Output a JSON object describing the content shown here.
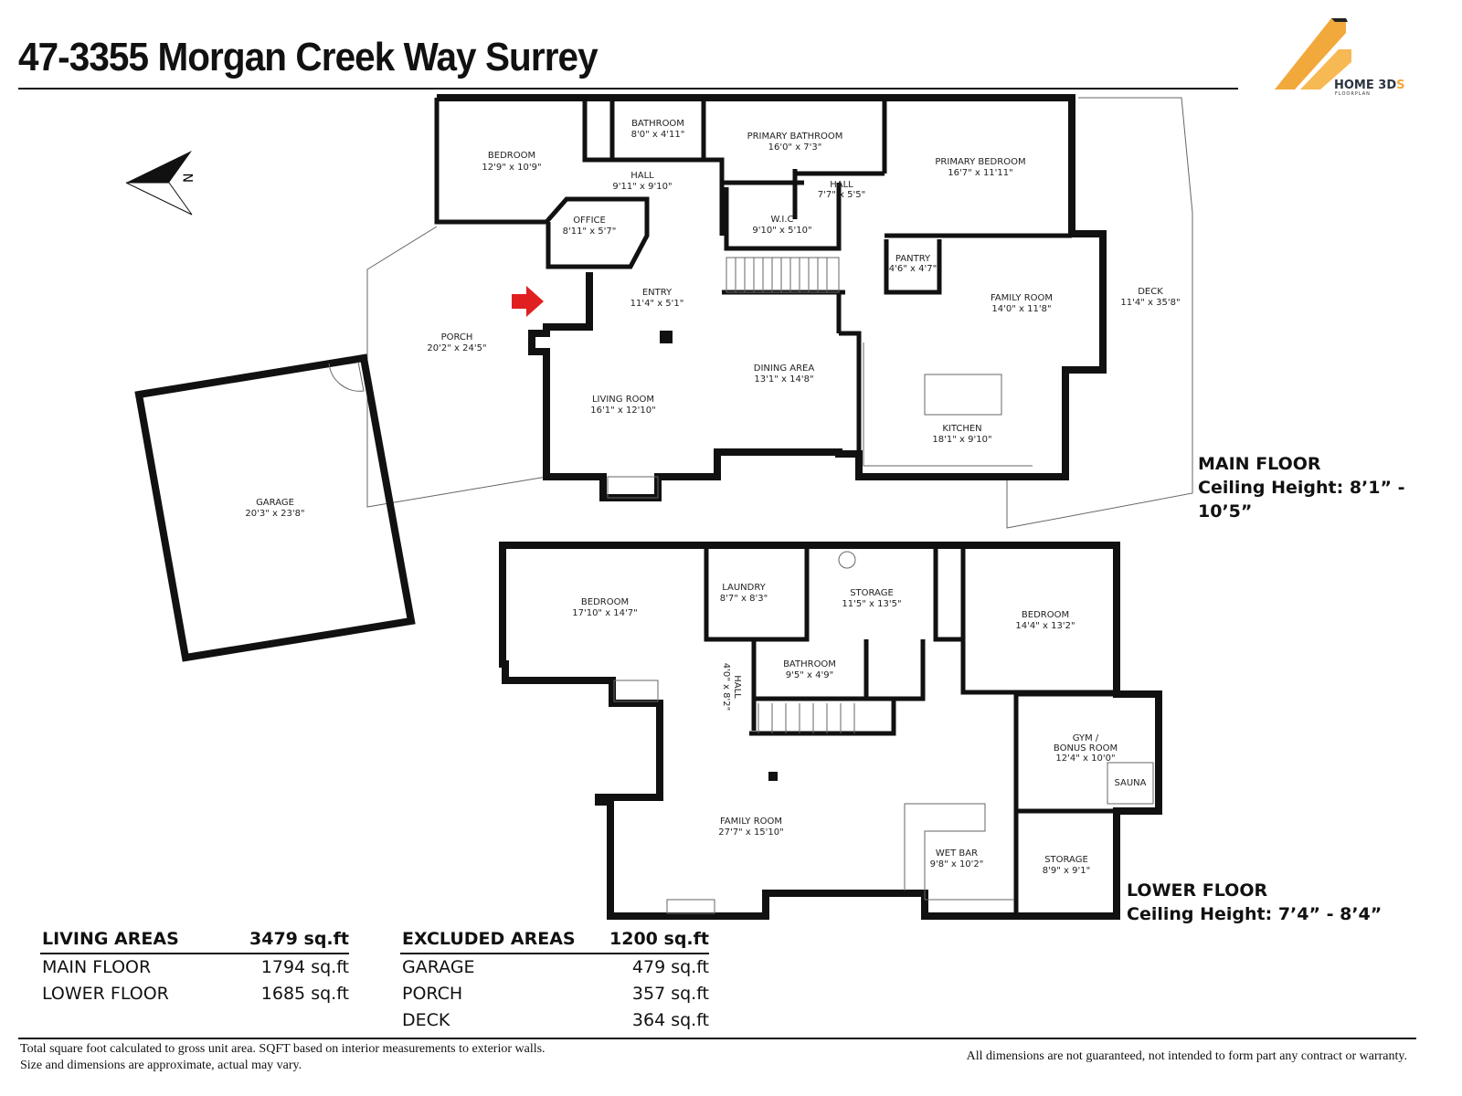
{
  "title": "47-3355 Morgan Creek Way Surrey",
  "logo": {
    "brand": "HOME 3D",
    "brand_accent": "S",
    "sub": "FLOORPLAN"
  },
  "compass_letter": "N",
  "colors": {
    "logo_orange": "#f2a93b",
    "entry_arrow": "#e02020",
    "walls": "#111111"
  },
  "main_floor": {
    "label": "MAIN FLOOR",
    "ceiling": "Ceiling Height: 8’1” - 10’5”",
    "rooms": [
      {
        "name": "BEDROOM",
        "dims": "12'9\" x 10'9\""
      },
      {
        "name": "BATHROOM",
        "dims": "8'0\" x 4'11\""
      },
      {
        "name": "PRIMARY BATHROOM",
        "dims": "16'0\" x 7'3\""
      },
      {
        "name": "PRIMARY BEDROOM",
        "dims": "16'7\" x 11'11\""
      },
      {
        "name": "HALL",
        "dims": "9'11\" x 9'10\""
      },
      {
        "name": "HALL",
        "dims": "7'7\" x 5'5\""
      },
      {
        "name": "OFFICE",
        "dims": "8'11\" x 5'7\""
      },
      {
        "name": "W.I.C",
        "dims": "9'10\" x 5'10\""
      },
      {
        "name": "PANTRY",
        "dims": "4'6\" x 4'7\""
      },
      {
        "name": "ENTRY",
        "dims": "11'4\" x 5'1\""
      },
      {
        "name": "FAMILY ROOM",
        "dims": "14'0\" x 11'8\""
      },
      {
        "name": "DECK",
        "dims": "11'4\" x 35'8\""
      },
      {
        "name": "PORCH",
        "dims": "20'2\" x 24'5\""
      },
      {
        "name": "DINING AREA",
        "dims": "13'1\" x 14'8\""
      },
      {
        "name": "LIVING ROOM",
        "dims": "16'1\" x 12'10\""
      },
      {
        "name": "KITCHEN",
        "dims": "18'1\" x 9'10\""
      },
      {
        "name": "GARAGE",
        "dims": "20'3\" x 23'8\""
      }
    ]
  },
  "lower_floor": {
    "label": "LOWER FLOOR",
    "ceiling": "Ceiling Height: 7’4” - 8’4”",
    "rooms": [
      {
        "name": "BEDROOM",
        "dims": "17'10\" x 14'7\""
      },
      {
        "name": "LAUNDRY",
        "dims": "8'7\" x 8'3\""
      },
      {
        "name": "STORAGE",
        "dims": "11'5\" x 13'5\""
      },
      {
        "name": "BEDROOM",
        "dims": "14'4\" x 13'2\""
      },
      {
        "name": "BATHROOM",
        "dims": "9'5\" x 4'9\""
      },
      {
        "name": "HALL",
        "dims": "4'0\" x 8'2\""
      },
      {
        "name": "GYM /",
        "name2": "BONUS ROOM",
        "dims": "12'4\" x 10'0\""
      },
      {
        "name": "SAUNA"
      },
      {
        "name": "FAMILY ROOM",
        "dims": "27'7\" x 15'10\""
      },
      {
        "name": "WET BAR",
        "dims": "9'8\" x 10'2\""
      },
      {
        "name": "STORAGE",
        "dims": "8'9\" x 9'1\""
      }
    ]
  },
  "living_areas": {
    "header": "LIVING AREAS",
    "total": "3479 sq.ft",
    "rows": [
      {
        "label": "MAIN FLOOR",
        "value": "1794 sq.ft"
      },
      {
        "label": "LOWER FLOOR",
        "value": "1685 sq.ft"
      }
    ]
  },
  "excluded_areas": {
    "header": "EXCLUDED AREAS",
    "total": "1200 sq.ft",
    "rows": [
      {
        "label": "GARAGE",
        "value": "479 sq.ft"
      },
      {
        "label": "PORCH",
        "value": "357 sq.ft"
      },
      {
        "label": "DECK",
        "value": "364 sq.ft"
      }
    ]
  },
  "footer": {
    "left_line1": "Total square foot calculated to gross unit area. SQFT based on interior measurements to exterior walls.",
    "left_line2": "Size and dimensions are approximate, actual may vary.",
    "right": "All dimensions are not guaranteed, not intended to form part any contract or warranty."
  }
}
